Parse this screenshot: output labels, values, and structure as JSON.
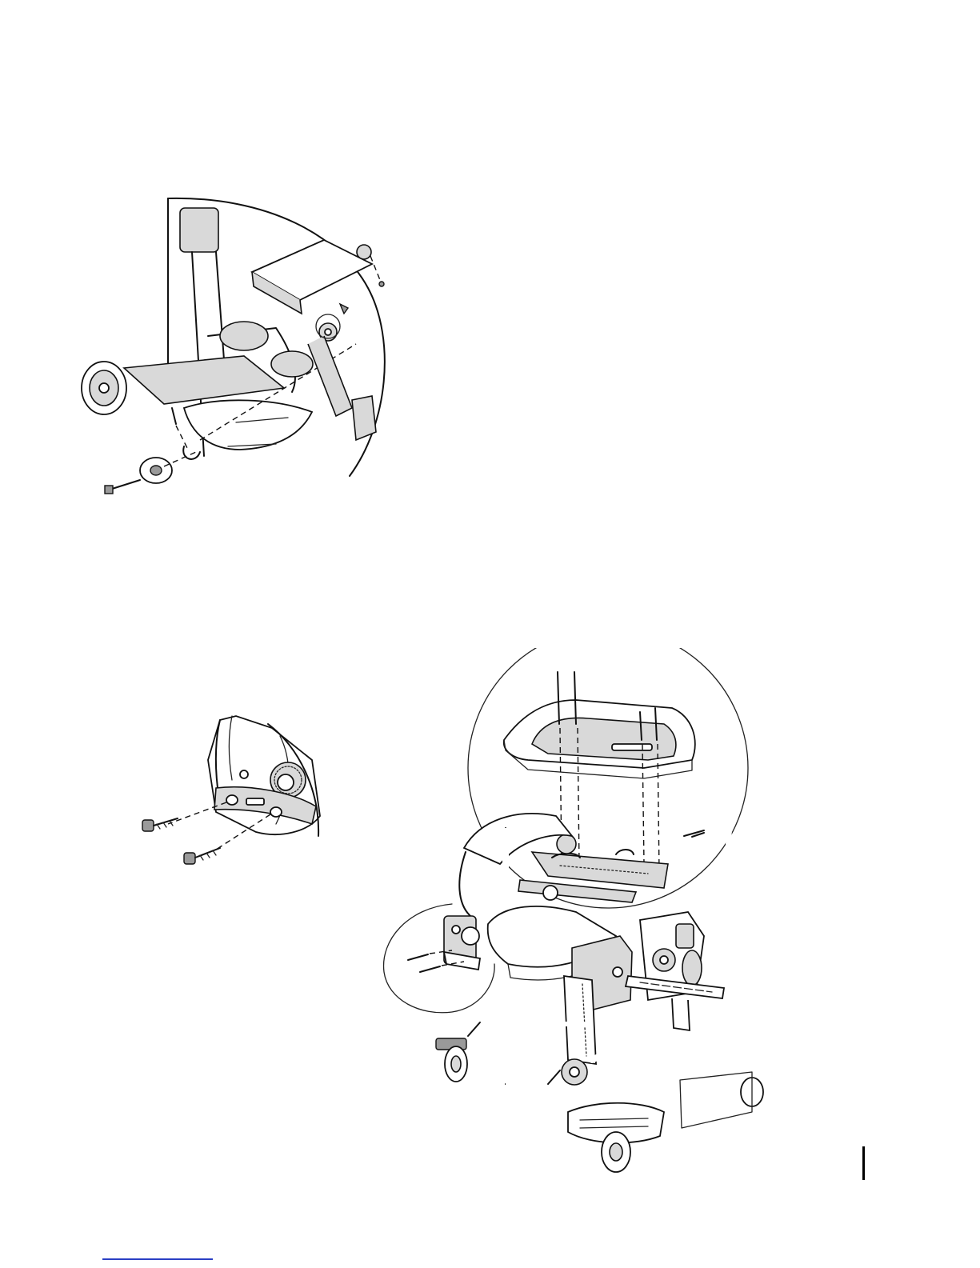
{
  "figures": {
    "top": {
      "icon": "wheel-caster-assembly-illustration"
    },
    "knee": {
      "icon": "knee-pad-bracket-screws-illustration"
    },
    "main": {
      "icon": "stander-frame-tray-assembly-illustration"
    }
  },
  "colors": {
    "ink": "#111111",
    "shade": "#d9d9d9",
    "link": "#2b3fc4"
  }
}
